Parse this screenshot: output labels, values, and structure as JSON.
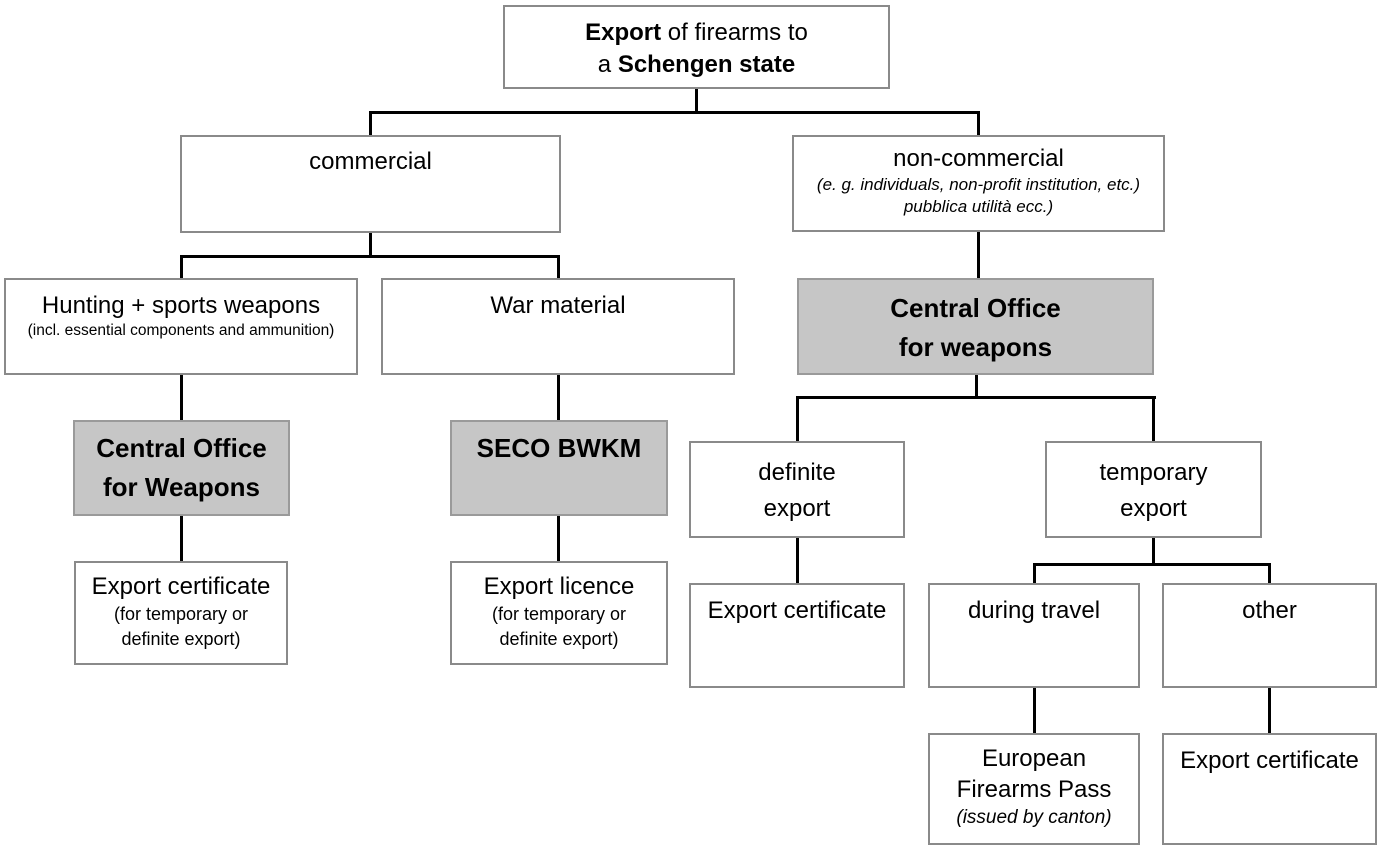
{
  "diagram": {
    "root": {
      "line1_bold": "Export",
      "line1_rest": " of firearms to",
      "line2_pre": "a ",
      "line2_bold": "Schengen state"
    },
    "nodes": {
      "commercial": {
        "label": "commercial"
      },
      "non_commercial": {
        "label": "non-commercial",
        "sub1": "(e. g. individuals, non-profit institution, etc.)",
        "sub2": "pubblica utilità ecc.)"
      },
      "hunting": {
        "label": "Hunting + sports weapons",
        "sub": "(incl. essential components and ammunition)"
      },
      "war": {
        "label": "War material"
      },
      "central_office_left": {
        "line1": "Central Office",
        "line2": "for Weapons"
      },
      "seco": {
        "label": "SECO BWKM"
      },
      "export_cert_left": {
        "label": "Export certificate",
        "sub1": "(for temporary or",
        "sub2": "definite export)"
      },
      "export_licence": {
        "label": "Export licence",
        "sub1": "(for temporary or",
        "sub2": "definite export)"
      },
      "central_office_right": {
        "line1": "Central Office",
        "line2": "for weapons"
      },
      "definite_export": {
        "line1": "definite",
        "line2": "export"
      },
      "temporary_export": {
        "line1": "temporary",
        "line2": "export"
      },
      "export_cert_definite": {
        "label": "Export certificate"
      },
      "during_travel": {
        "label": "during travel"
      },
      "other": {
        "label": "other"
      },
      "efp": {
        "line1": "European",
        "line2": "Firearms Pass",
        "sub": "(issued by canton)"
      },
      "export_cert_other": {
        "label": "Export certificate"
      }
    },
    "colors": {
      "background": "#ffffff",
      "box_border": "#8a8a8a",
      "highlight_fill": "#c6c6c6",
      "highlight_border": "#9a9a9a",
      "connector": "#000000",
      "text": "#000000"
    }
  }
}
